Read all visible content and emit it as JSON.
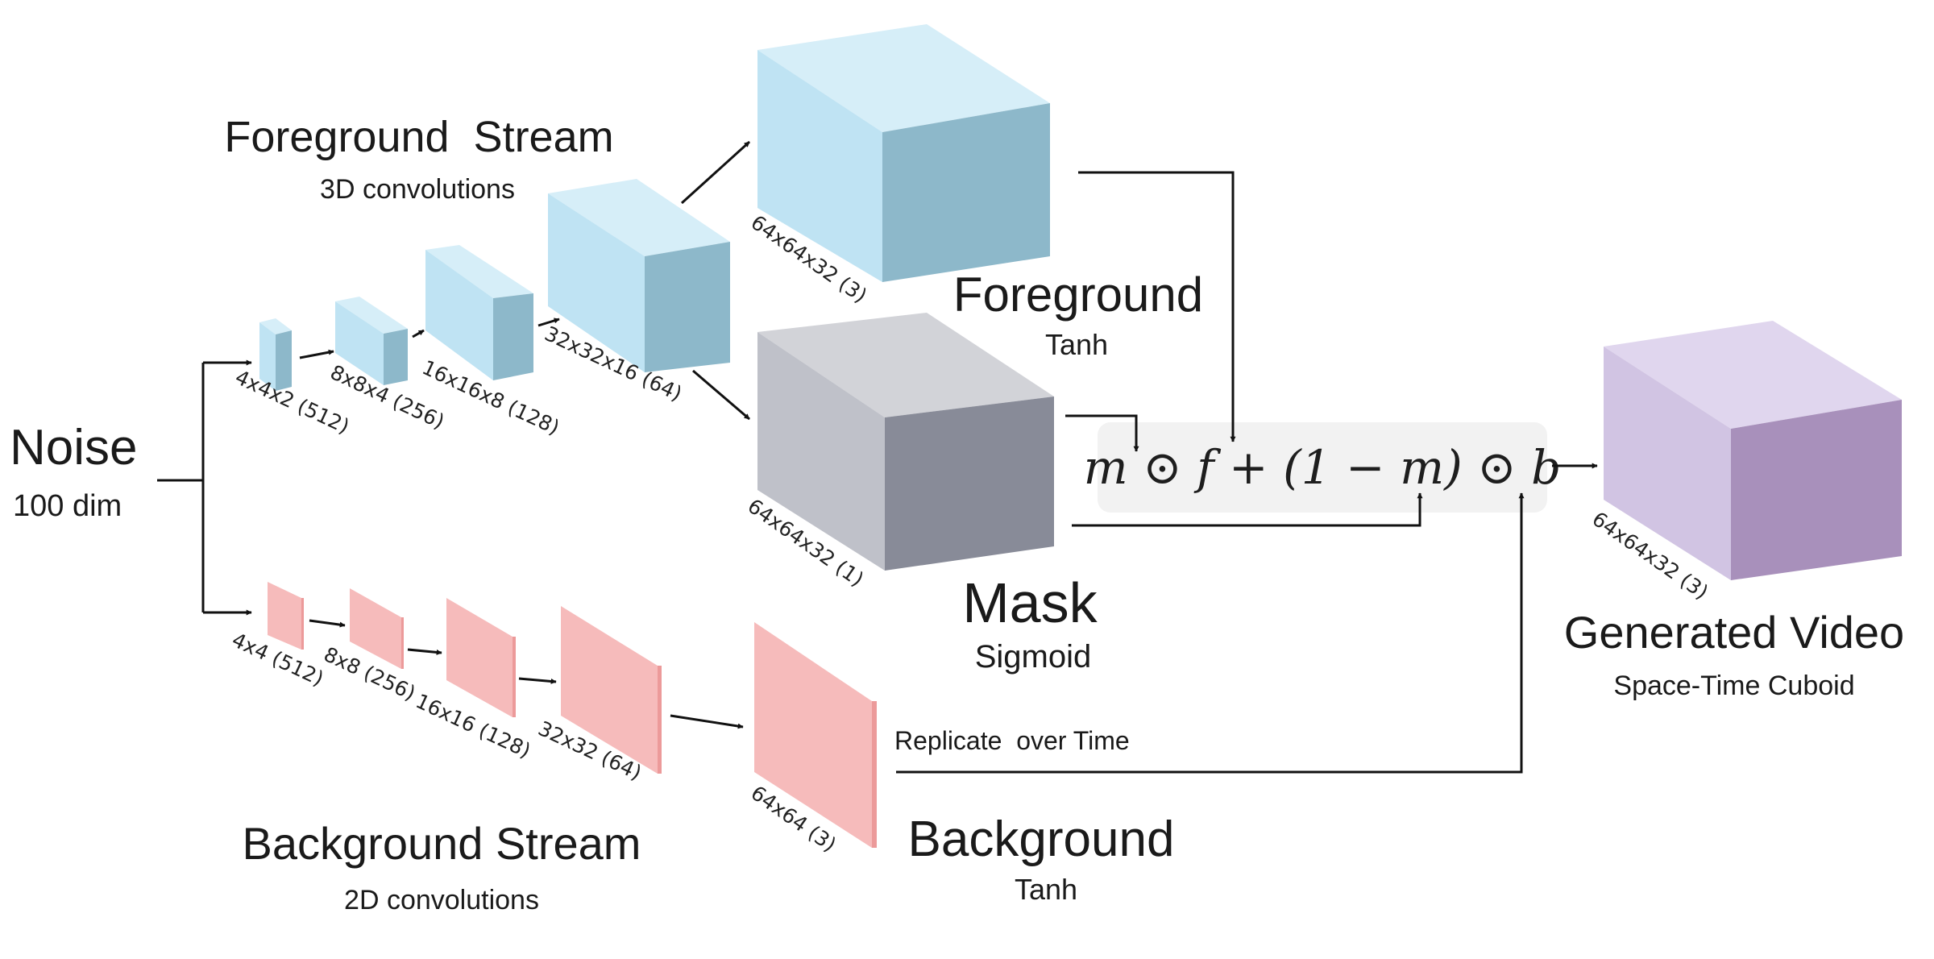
{
  "noise": {
    "title": "Noise",
    "subtitle": "100 dim"
  },
  "foreground_stream": {
    "title": "Foreground  Stream",
    "subtitle": "3D convolutions"
  },
  "background_stream": {
    "title": "Background Stream",
    "subtitle": "2D convolutions"
  },
  "foreground_layers": [
    "4x4x2 (512)",
    "8x8x4 (256)",
    "16x16x8 (128)",
    "32x32x16 (64)"
  ],
  "background_layers": [
    "4x4 (512)",
    "8x8 (256)",
    "16x16 (128)",
    "32x32 (64)"
  ],
  "foreground_output": {
    "dim": "64x64x32 (3)",
    "title": "Foreground",
    "activation": "Tanh"
  },
  "mask_output": {
    "dim": "64x64x32 (1)",
    "title": "Mask",
    "activation": "Sigmoid"
  },
  "background_output": {
    "dim": "64x64 (3)",
    "title": "Background",
    "activation": "Tanh",
    "replicate_label": "Replicate  over Time"
  },
  "formula": "m ⊙ f + (1 − m) ⊙ b",
  "generated_video": {
    "dim": "64x64x32 (3)",
    "title": "Generated Video",
    "subtitle": "Space-Time Cuboid"
  },
  "colors": {
    "fg_front": "#bfe3f3",
    "fg_top": "#d6eef8",
    "fg_side": "#8db8ca",
    "mask_front": "#bfc1c9",
    "mask_top": "#d2d3d8",
    "mask_side": "#888b98",
    "bg_front": "#f6bbbb",
    "bg_side": "#ec9a9a",
    "vid_front": "#d1c4e3",
    "vid_top": "#e0d6ee",
    "vid_side": "#a890bb",
    "formula_box": "#f2f2f2"
  }
}
